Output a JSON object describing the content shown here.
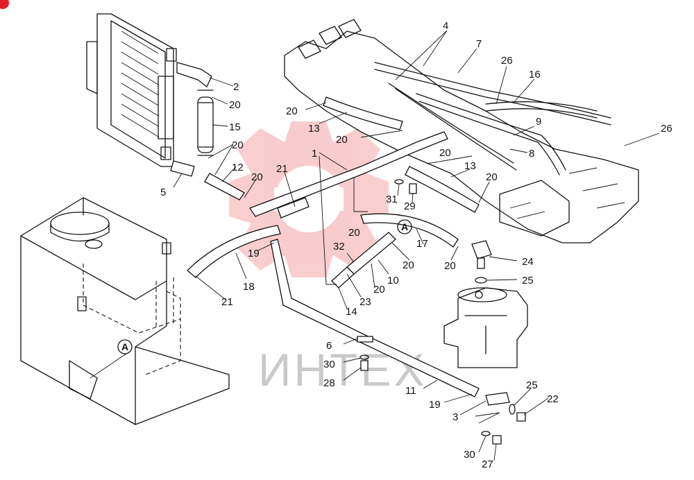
{
  "watermark": {
    "text": "ИНТЕХ",
    "color": "#e31e24"
  },
  "callouts": {
    "c1": "1",
    "c2": "2",
    "c3": "3",
    "c4": "4",
    "c5": "5",
    "c6": "6",
    "c7": "7",
    "c8": "8",
    "c9": "9",
    "c10": "10",
    "c11": "11",
    "c12": "12",
    "c13": "13",
    "c14": "14",
    "c15": "15",
    "c16": "16",
    "c17": "17",
    "c18": "18",
    "c19": "19",
    "c20": "20",
    "c21": "21",
    "c22": "22",
    "c23": "23",
    "c24": "24",
    "c25": "25",
    "c26": "26",
    "c27": "27",
    "c28": "28",
    "c29": "29",
    "c30": "30",
    "c31": "31",
    "c32": "32",
    "detailA": "A"
  }
}
